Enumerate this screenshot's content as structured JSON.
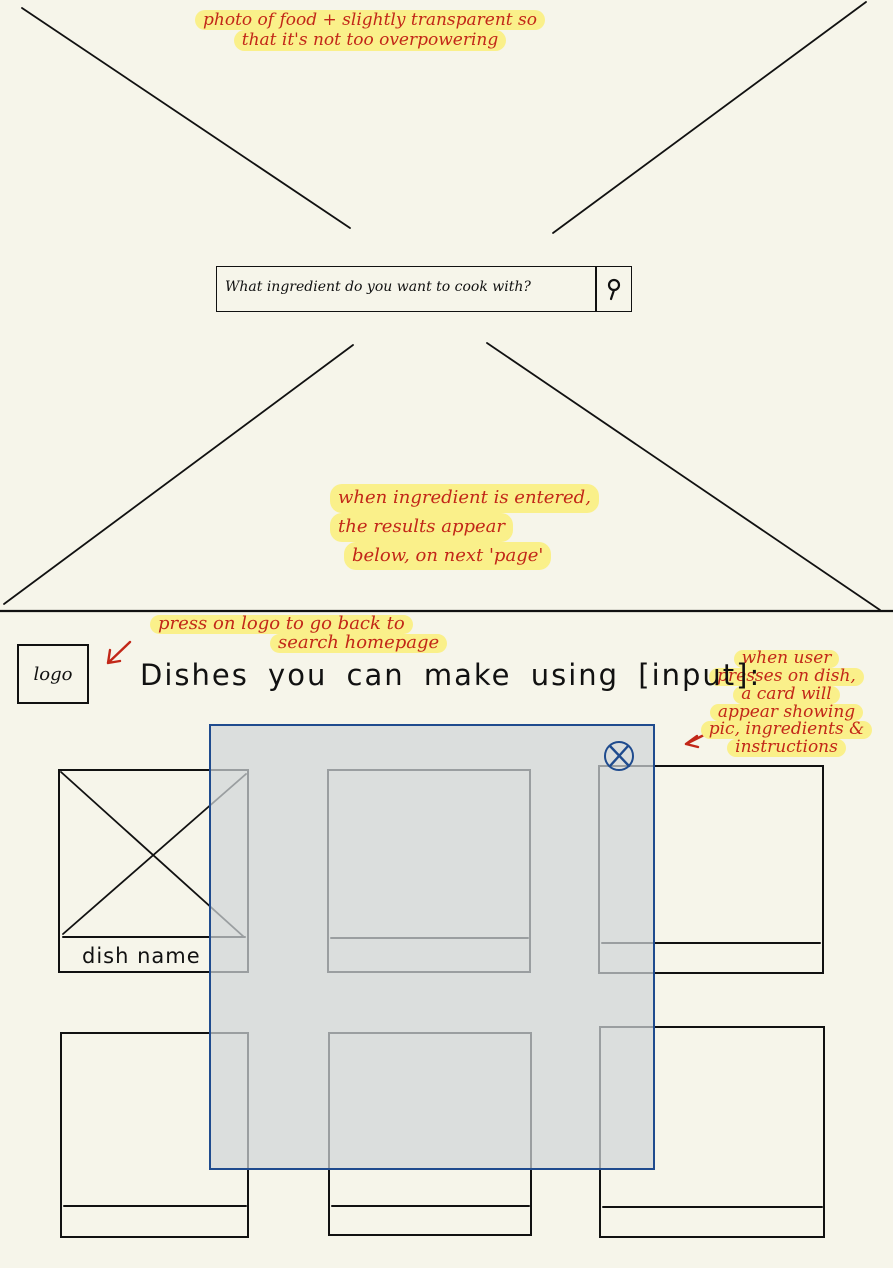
{
  "search": {
    "placeholder": "What ingredient do you want to cook with?",
    "icon": "search-icon"
  },
  "annotations": {
    "hero_note": [
      "photo of food + slightly transparent so",
      "that it's not too overpowering"
    ],
    "results_note": [
      "when ingredient is entered,",
      "the results appear",
      "below, on next 'page'"
    ],
    "logo_note": [
      "press on logo to go back to",
      "search homepage"
    ],
    "card_note": [
      "when user",
      "presses on dish,",
      "a card will",
      "appear showing",
      "pic, ingredients &",
      "instructions"
    ]
  },
  "results_page": {
    "logo_label": "logo",
    "heading": "Dishes you can make using [input]:",
    "dish_label": "dish name"
  },
  "card": {
    "close_icon": "close-icon"
  },
  "colors": {
    "background": "#f6f5ea",
    "ink": "#111111",
    "annotation": "#c22718",
    "highlight": "#faf08a",
    "card_border": "#1f4b8e",
    "card_fill": "#d0d6d8"
  }
}
